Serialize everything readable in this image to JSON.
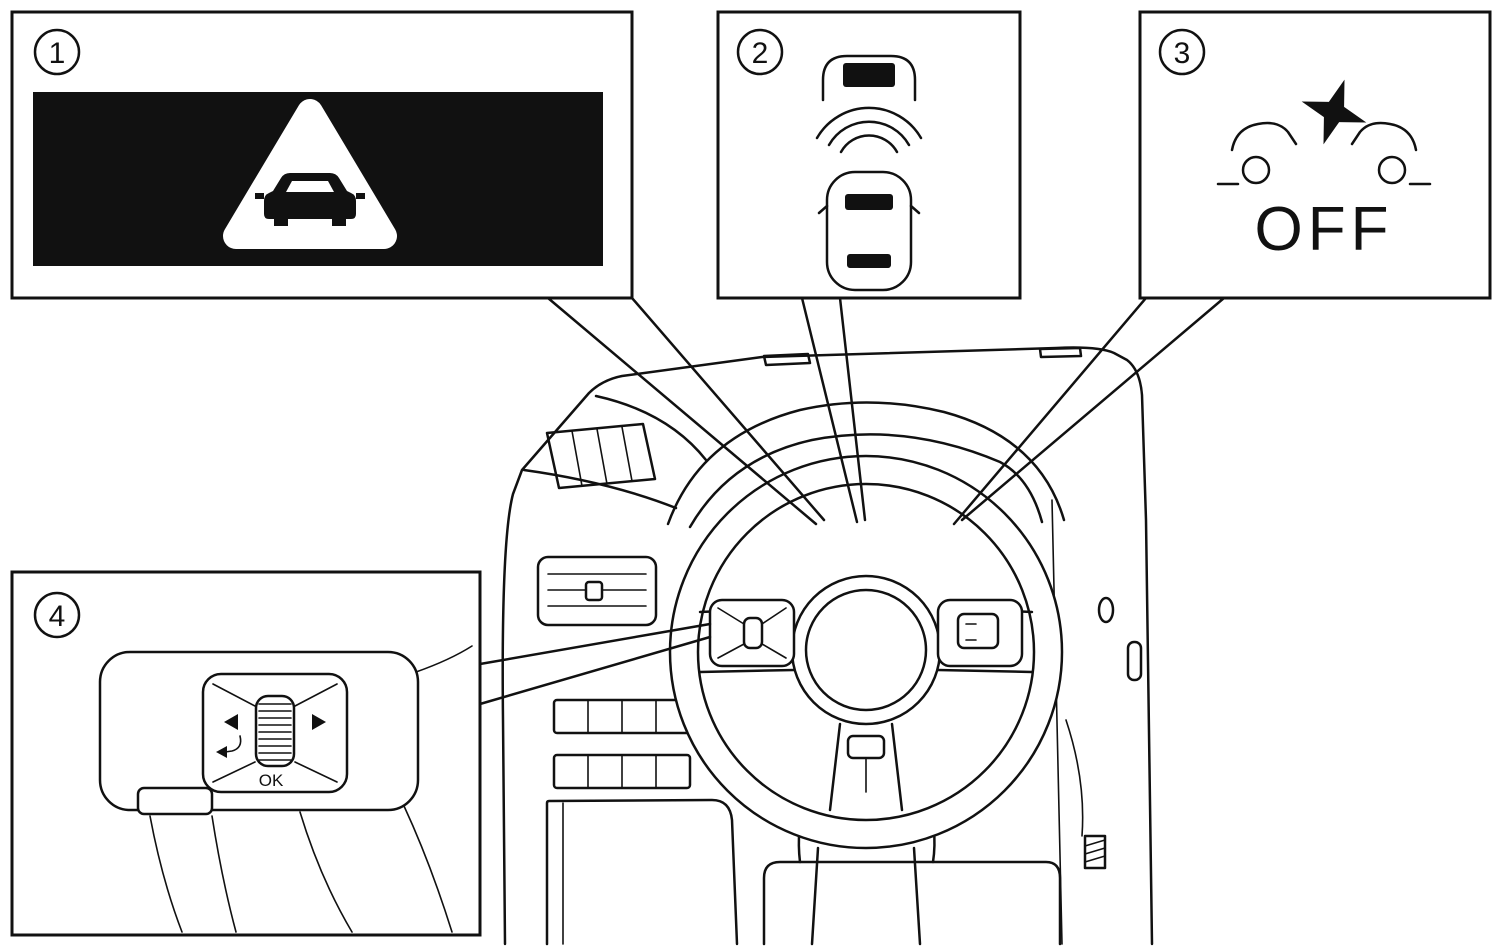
{
  "figure": {
    "type": "owners-manual-dashboard-diagram",
    "background": "#ffffff",
    "line_color": "#111111",
    "display_bg": "#000000"
  },
  "callouts": [
    {
      "number": "1",
      "name": "vehicle-ahead-warning-display",
      "icon": "warning-triangle-car-icon"
    },
    {
      "number": "2",
      "name": "sonar-system-indicator",
      "icon": "front-sonar-waves-car-icon"
    },
    {
      "number": "3",
      "name": "emergency-braking-off-indicator",
      "icon": "two-cars-collision-star-icon",
      "label": "OFF"
    },
    {
      "number": "4",
      "name": "steering-wheel-ok-switch",
      "icon": "four-way-switch-scroll-wheel-icon",
      "label": "OK"
    }
  ],
  "icons": {
    "left_arrow": "left-triangle",
    "right_arrow": "right-triangle",
    "return_arrow": "back-hook-arrow",
    "scroll_wheel": "knurled-roller"
  }
}
